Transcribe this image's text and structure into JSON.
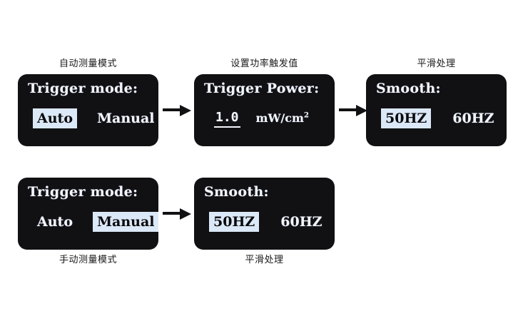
{
  "diagram": {
    "title_semantic": "trigger-mode-menu-flow",
    "background_color": "#ffffff",
    "panel_bg_color": "#111013",
    "panel_text_color": "#f2f5fb",
    "highlight_bg_color": "#dbe8f7",
    "highlight_text_color": "#0a0a0c",
    "arrow_color": "#111013"
  },
  "captions": {
    "auto_mode": "自动测量模式",
    "set_trigger_power": "设置功率触发值",
    "smooth_top": "平滑处理",
    "manual_mode": "手动测量模式",
    "smooth_bottom": "平滑处理"
  },
  "panels": {
    "trigger_mode_auto": {
      "title": "Trigger mode:",
      "options": [
        {
          "label": "Auto",
          "selected": true
        },
        {
          "label": "Manual",
          "selected": false
        }
      ]
    },
    "trigger_power": {
      "title": "Trigger Power:",
      "value": "1.0",
      "unit_text": "mW/cm",
      "unit_exponent": "2"
    },
    "smooth_top": {
      "title": "Smooth:",
      "options": [
        {
          "label": "50HZ",
          "selected": true
        },
        {
          "label": "60HZ",
          "selected": false
        }
      ]
    },
    "trigger_mode_manual": {
      "title": "Trigger mode:",
      "options": [
        {
          "label": "Auto",
          "selected": false
        },
        {
          "label": "Manual",
          "selected": true
        }
      ]
    },
    "smooth_bottom": {
      "title": "Smooth:",
      "options": [
        {
          "label": "50HZ",
          "selected": true
        },
        {
          "label": "60HZ",
          "selected": false
        }
      ]
    }
  },
  "arrows": {
    "arrow_1_label": "arrow-auto-to-power",
    "arrow_2_label": "arrow-power-to-smooth",
    "arrow_3_label": "arrow-manual-to-smooth"
  }
}
